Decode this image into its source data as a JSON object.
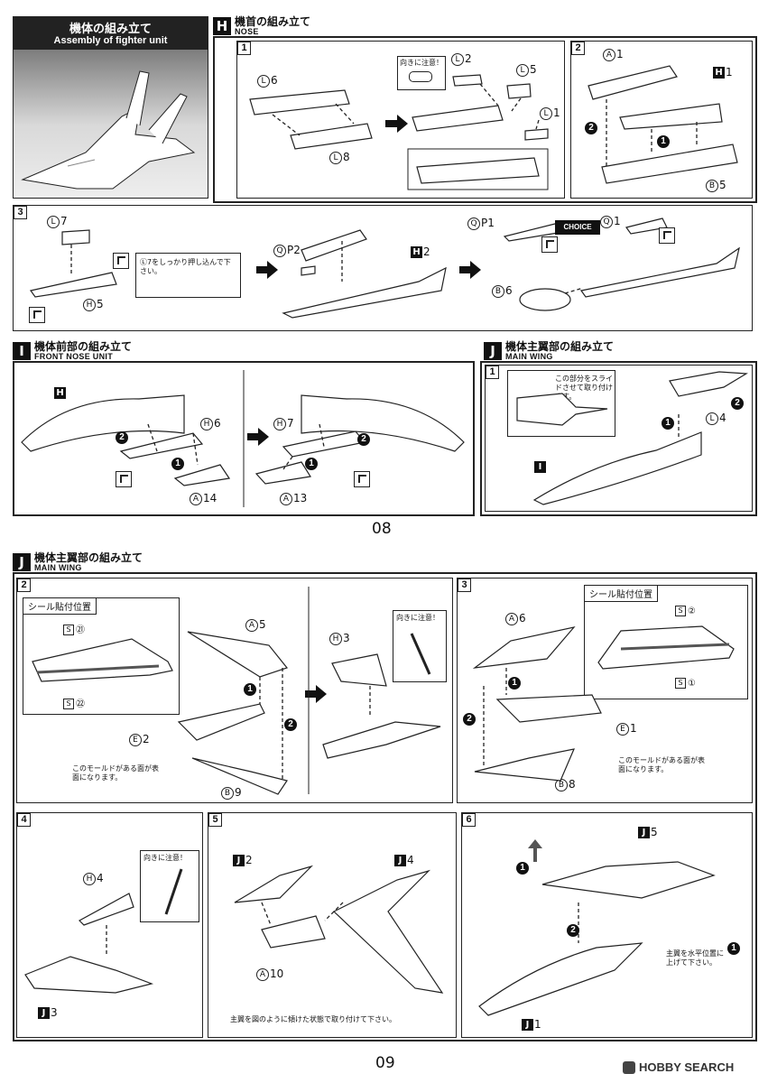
{
  "assembly_title": {
    "jp": "機体の組み立て",
    "en": "Assembly of fighter unit"
  },
  "sectionH": {
    "letter": "H",
    "jp": "機首の組み立て",
    "en": "NOSE",
    "step1": {
      "num": "1",
      "note": "向きに注意！",
      "parts": [
        "6",
        "8",
        "2",
        "5",
        "1"
      ]
    },
    "step2": {
      "num": "2",
      "parts": [
        "1",
        "1",
        "5"
      ],
      "ref": "1",
      "ref_letter": "H"
    },
    "step3": {
      "num": "3",
      "parts": [
        "7",
        "5",
        "2",
        "1",
        "1",
        "6"
      ],
      "note": "Ⓛ7をしっかり押し込んで下さい。",
      "choice": "CHOICE",
      "ref": "2",
      "ref_letter": "H"
    }
  },
  "sectionI": {
    "letter": "I",
    "jp": "機体前部の組み立て",
    "en": "FRONT NOSE UNIT",
    "parts": [
      "6",
      "14",
      "7",
      "13"
    ],
    "ref_letter": "H"
  },
  "sectionJtop": {
    "letter": "J",
    "jp": "機体主翼部の組み立て",
    "en": "MAIN WING",
    "step1": {
      "num": "1",
      "note": "この部分をスライドさせて取り付けます。",
      "part": "4",
      "ref_letter": "I"
    }
  },
  "page1": "08",
  "sectionJ": {
    "letter": "J",
    "jp": "機体主翼部の組み立て",
    "en": "MAIN WING",
    "step2": {
      "num": "2",
      "seal_title": "シール貼付位置",
      "seals": [
        "㉑",
        "㉒"
      ],
      "note_dir": "向きに注意！",
      "mold_note": "このモールドがある面が表面になります。",
      "parts": [
        "5",
        "2",
        "9",
        "3"
      ]
    },
    "step3": {
      "num": "3",
      "seal_title": "シール貼付位置",
      "seals": [
        "②",
        "①"
      ],
      "mold_note": "このモールドがある面が表面になります。",
      "parts": [
        "6",
        "1",
        "8"
      ]
    },
    "step4": {
      "num": "4",
      "note_dir": "向きに注意！",
      "part": "4",
      "ref": "3"
    },
    "step5": {
      "num": "5",
      "part": "10",
      "refs": [
        "2",
        "4"
      ],
      "bottom_note": "主翼を図のように傾けた状態で取り付けて下さい。"
    },
    "step6": {
      "num": "6",
      "refs": [
        "5",
        "1"
      ],
      "side_note": "主翼を水平位置に上げて下さい。"
    }
  },
  "page2": "09",
  "watermark": "HOBBY SEARCH"
}
